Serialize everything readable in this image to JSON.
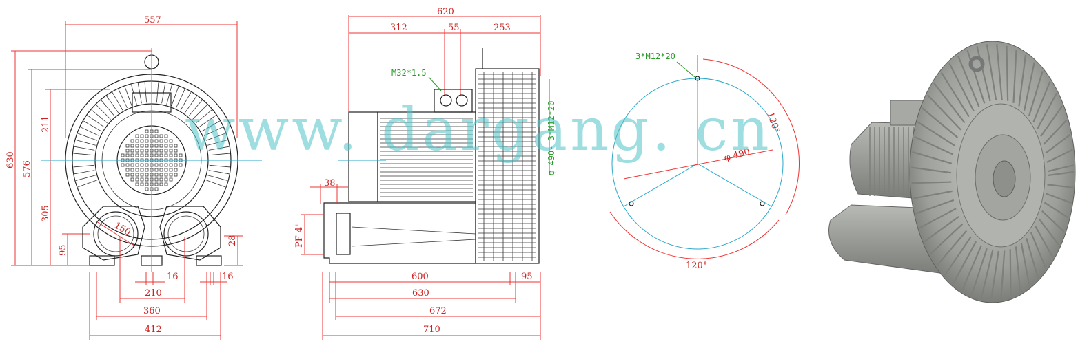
{
  "front_view": {
    "dims": {
      "width_top": "557",
      "height_total": "630",
      "height_576": "576",
      "height_211": "211",
      "height_305": "305",
      "height_95": "95",
      "port_dia": "150",
      "foot_28": "28",
      "foot_16a": "16",
      "foot_16b": "16",
      "base_210": "210",
      "base_360": "360",
      "base_412": "412"
    }
  },
  "side_view": {
    "dims": {
      "width_total": "620",
      "seg_312": "312",
      "seg_55": "55",
      "seg_253": "253",
      "thread_label": "M32*1.5",
      "small_38": "38",
      "pf_label": "PF 4\"",
      "base_600": "600",
      "base_95": "95",
      "base_630": "630",
      "base_672": "672",
      "base_710": "710",
      "bolt_circle_label": "φ 490- 3*M12*20"
    }
  },
  "flange_view": {
    "label_holes": "3*M12*20",
    "diameter": "φ 490",
    "angle_1": "120°",
    "angle_2": "120°"
  },
  "watermark": "www. dargang. cn"
}
